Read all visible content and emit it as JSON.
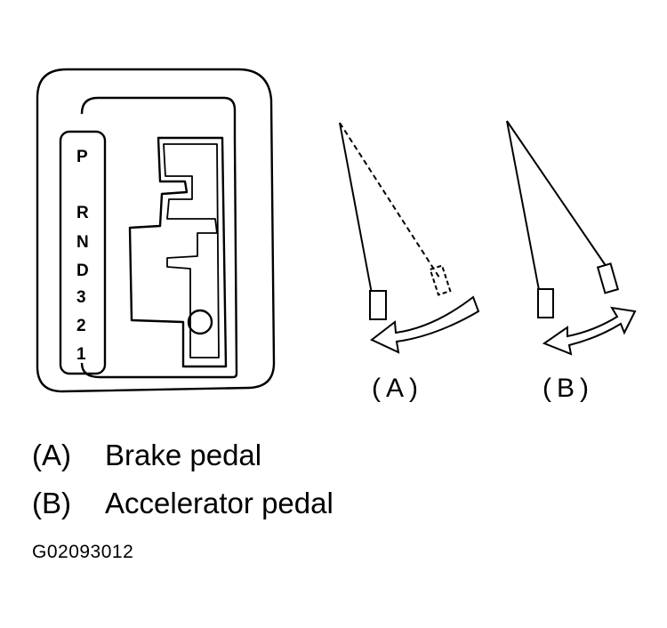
{
  "shifter": {
    "gears": [
      "P",
      "R",
      "N",
      "D",
      "3",
      "2",
      "1"
    ]
  },
  "pedal_a": {
    "label": "(A)"
  },
  "pedal_b": {
    "label": "(B)"
  },
  "legend": {
    "a_key": "(A)",
    "a_text": "Brake pedal",
    "b_key": "(B)",
    "b_text": "Accelerator pedal"
  },
  "figure_code": "G02093012"
}
